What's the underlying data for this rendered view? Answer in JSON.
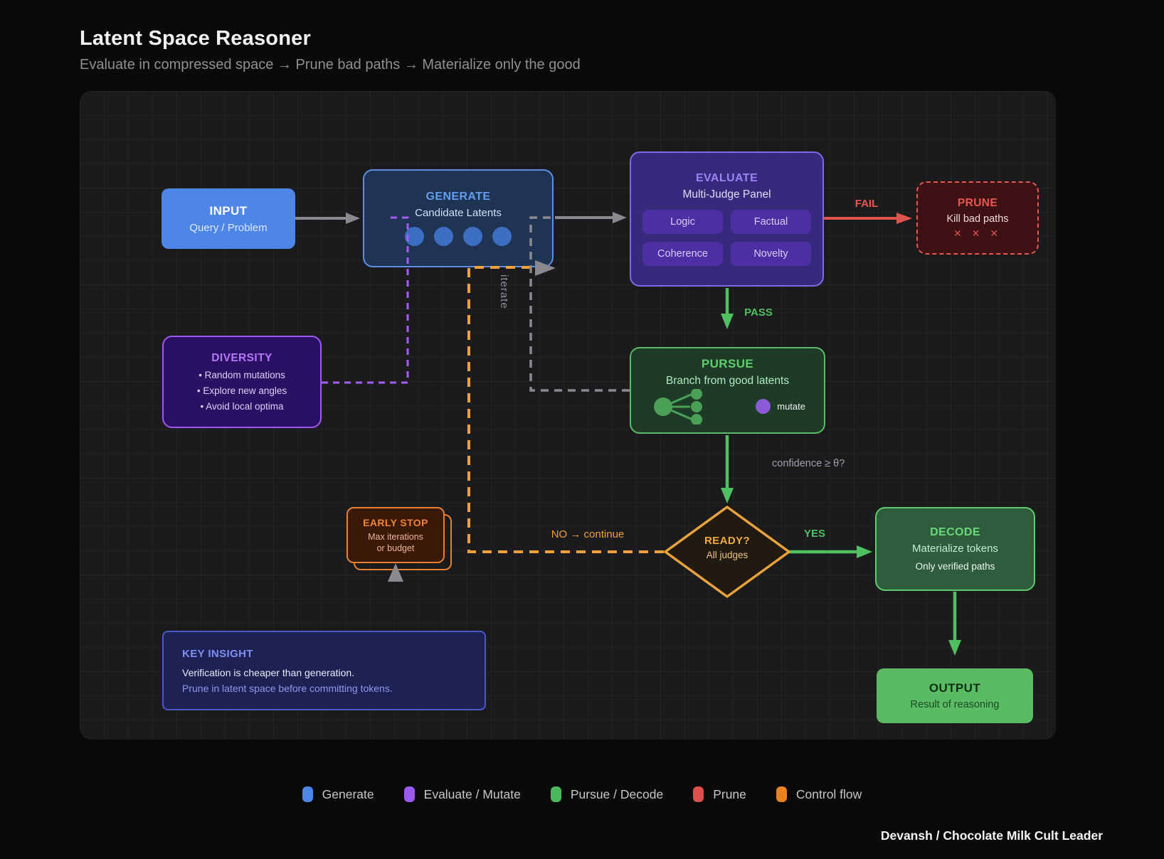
{
  "header": {
    "title": "Latent Space Reasoner",
    "subtitle": "Evaluate in compressed space → Prune bad paths → Materialize only the good"
  },
  "nodes": {
    "input": {
      "title": "INPUT",
      "subtitle": "Query / Problem"
    },
    "generate": {
      "title": "GENERATE",
      "subtitle": "Candidate Latents"
    },
    "evaluate": {
      "title": "EVALUATE",
      "subtitle": "Multi-Judge Panel",
      "judges": [
        "Logic",
        "Factual",
        "Coherence",
        "Novelty"
      ]
    },
    "prune": {
      "title": "PRUNE",
      "subtitle": "Kill bad paths",
      "marks": "✕ ✕ ✕"
    },
    "diversity": {
      "title": "DIVERSITY",
      "bullets": [
        "• Random mutations",
        "• Explore new angles",
        "• Avoid local optima"
      ]
    },
    "pursue": {
      "title": "PURSUE",
      "subtitle": "Branch from good latents",
      "mutate_label": "mutate"
    },
    "early_stop": {
      "title": "EARLY STOP",
      "line1": "Max iterations",
      "line2": "or budget"
    },
    "ready": {
      "title": "READY?",
      "subtitle": "All judges"
    },
    "decode": {
      "title": "DECODE",
      "subtitle": "Materialize tokens",
      "note": "Only verified paths"
    },
    "output": {
      "title": "OUTPUT",
      "subtitle": "Result of reasoning"
    },
    "key_insight": {
      "title": "KEY INSIGHT",
      "line1": "Verification is cheaper than generation.",
      "line2": "Prune in latent space before committing tokens."
    }
  },
  "edge_labels": {
    "fail": "FAIL",
    "pass": "PASS",
    "yes": "YES",
    "no": "NO → continue",
    "iterate": "iterate",
    "confidence": "confidence ≥ θ?"
  },
  "legend": [
    {
      "label": "Generate",
      "color": "#4e86e8"
    },
    {
      "label": "Evaluate / Mutate",
      "color": "#9b59f0"
    },
    {
      "label": "Pursue / Decode",
      "color": "#4cb85c"
    },
    {
      "label": "Prune",
      "color": "#d9504c"
    },
    {
      "label": "Control flow",
      "color": "#e8831f"
    }
  ],
  "colors": {
    "generate_accent": "#5d8ee8",
    "evaluate_accent": "#8469e4",
    "pursue_accent": "#5cb968",
    "prune_accent": "#e25a52",
    "control_accent": "#eda03c"
  },
  "footer": {
    "credit": "Devansh / Chocolate Milk Cult Leader"
  }
}
